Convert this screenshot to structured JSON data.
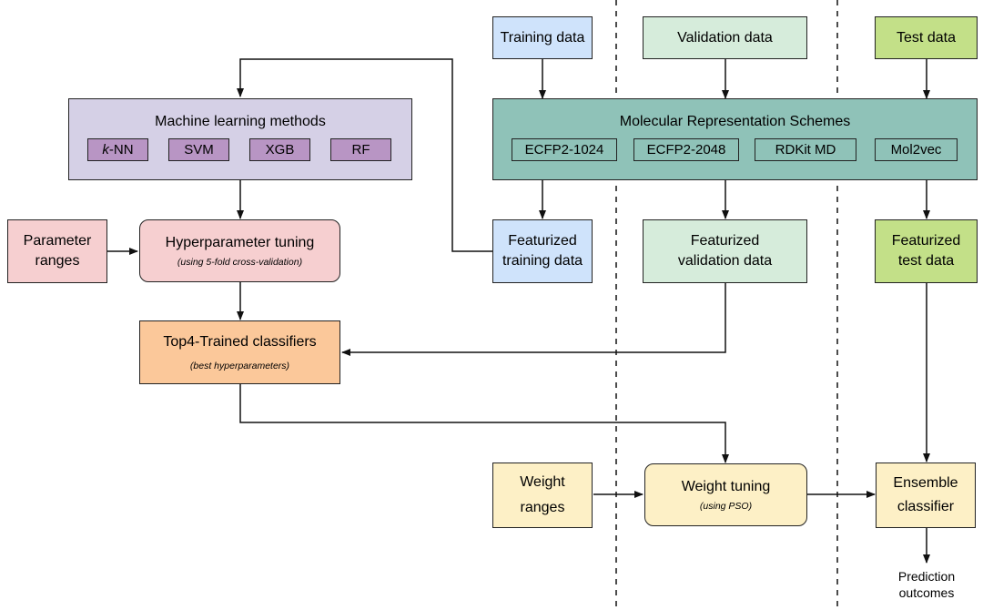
{
  "ml": {
    "title": "Machine learning methods",
    "knn_k": "k",
    "knn_rest": "-NN",
    "svm": "SVM",
    "xgb": "XGB",
    "rf": "RF"
  },
  "mrs": {
    "title": "Molecular Representation Schemes",
    "ecfp1024": "ECFP2-1024",
    "ecfp2048": "ECFP2-2048",
    "rdkit": "RDKit MD",
    "mol2vec": "Mol2vec"
  },
  "data_boxes": {
    "training": "Training data",
    "validation": "Validation data",
    "test": "Test data"
  },
  "featurized": {
    "training_l1": "Featurized",
    "training_l2": "training data",
    "validation_l1": "Featurized",
    "validation_l2": "validation data",
    "test_l1": "Featurized",
    "test_l2": "test data"
  },
  "param": {
    "l1": "Parameter",
    "l2": "ranges"
  },
  "hyper": {
    "title": "Hyperparameter tuning",
    "sub": "(using 5-fold cross-validation)"
  },
  "top4": {
    "title": "Top4-Trained classifiers",
    "sub": "(best hyperparameters)"
  },
  "weight_ranges": {
    "l1": "Weight",
    "l2": "ranges"
  },
  "weight_tuning": {
    "title": "Weight tuning",
    "sub": "(using PSO)"
  },
  "ensemble": {
    "l1": "Ensemble",
    "l2": "classifier"
  },
  "prediction": {
    "l1": "Prediction",
    "l2": "outcomes"
  },
  "colors": {
    "training": "#cfe3fb",
    "validation": "#d6ecdb",
    "test": "#c3e088",
    "ml": "#d5d0e6",
    "ml_chip": "#b895c4",
    "mrs": "#8fc2b8",
    "param": "#f6cfd0",
    "top4": "#fbc89a",
    "weight": "#fdf0c6"
  }
}
